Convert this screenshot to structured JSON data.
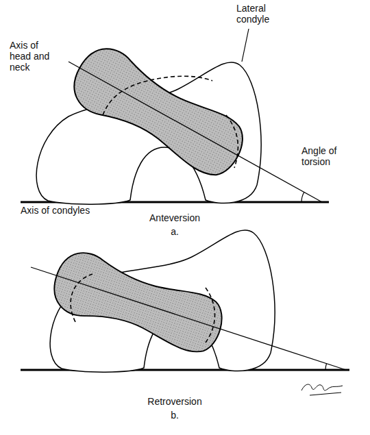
{
  "diagram": {
    "labels": [
      "Lateral condyle",
      "Axis of head and neck",
      "Angle of torsion",
      "Axis of condyles",
      "Anteversion",
      "a.",
      "Retroversion",
      "b."
    ]
  }
}
